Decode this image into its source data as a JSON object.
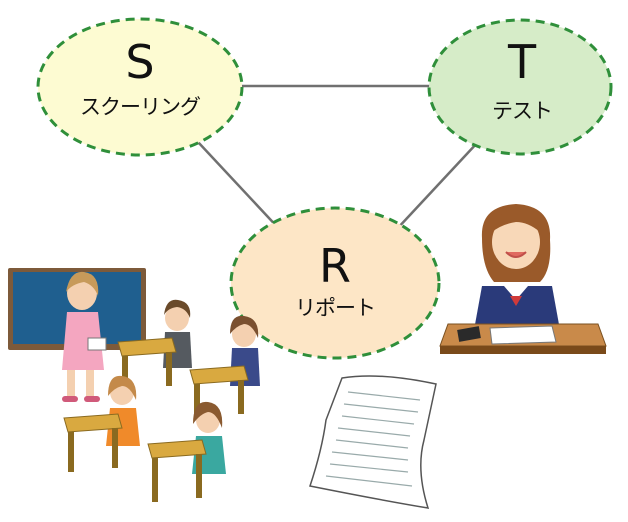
{
  "diagram": {
    "nodes": [
      {
        "id": "S",
        "letter": "S",
        "label": "スクーリング",
        "fill": "#fdfbd2"
      },
      {
        "id": "T",
        "letter": "T",
        "label": "テスト",
        "fill": "#d6ecc8"
      },
      {
        "id": "R",
        "letter": "R",
        "label": "リポート",
        "fill": "#fde6c6"
      }
    ],
    "edges": [
      [
        "S",
        "T"
      ],
      [
        "S",
        "R"
      ],
      [
        "T",
        "R"
      ]
    ],
    "edge_color": "#707070",
    "outline_color": "#2f8f3a"
  },
  "illustrations": [
    {
      "name": "classroom-illustration",
      "depicts": "teacher at blackboard with students at desks"
    },
    {
      "name": "student-test-illustration",
      "depicts": "student in sailor uniform writing at desk"
    },
    {
      "name": "report-paper-illustration",
      "depicts": "sheet of lined paper"
    }
  ]
}
